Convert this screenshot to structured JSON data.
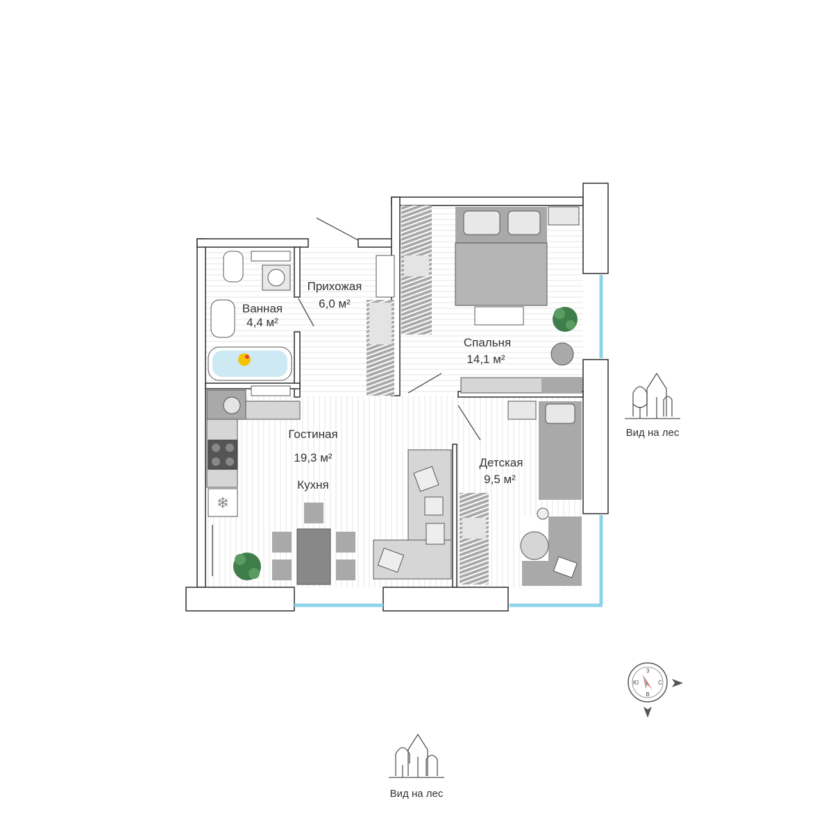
{
  "rooms": {
    "bathroom": {
      "name": "Ванная",
      "area": "4,4 м²"
    },
    "hallway": {
      "name": "Прихожая",
      "area": "6,0 м²"
    },
    "bedroom": {
      "name": "Спальня",
      "area": "14,1 м²"
    },
    "living": {
      "name": "Гостиная",
      "area": "19,3 м²",
      "sub": "Кухня"
    },
    "kids": {
      "name": "Детская",
      "area": "9,5 м²"
    }
  },
  "views": {
    "east": "Вид на лес",
    "south": "Вид на лес"
  },
  "compass": {
    "north": "З",
    "south": "В",
    "west": "Ю",
    "east": "С"
  },
  "colors": {
    "wall": "#ffffff",
    "wall_stroke": "#2b2b2b",
    "floor_line": "#e2e2e2",
    "window": "#8fd3ea",
    "furniture": "#a9a9a9",
    "furniture_light": "#d6d6d6",
    "plant": "#3f7d4a",
    "compass_arrow": "#d9472b"
  },
  "icons": [
    "forest-icon",
    "compass-icon",
    "snowflake-icon",
    "duck-icon",
    "plant-icon",
    "laptop-icon"
  ]
}
